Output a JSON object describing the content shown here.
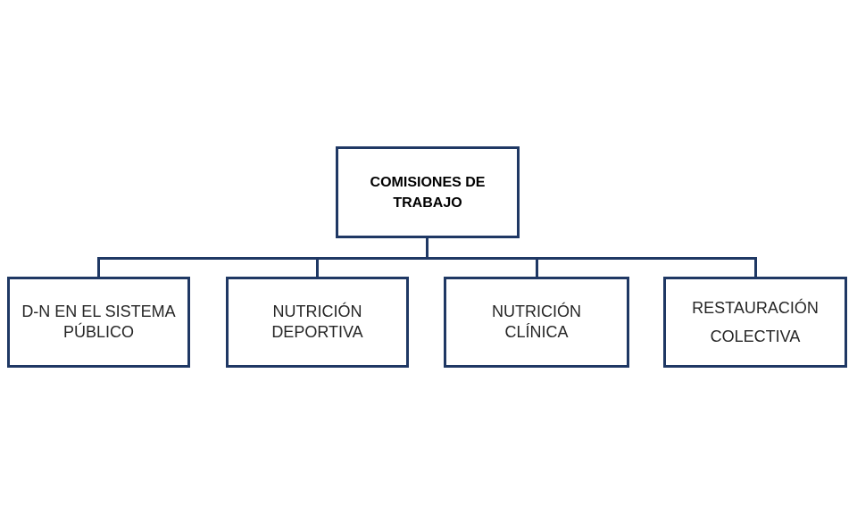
{
  "diagram": {
    "type": "org-chart",
    "colors": {
      "border": "#1f3864",
      "title_text": "#000000",
      "child_text": "#262626",
      "background": "#ffffff"
    },
    "root": {
      "line1": "COMISIONES DE",
      "line2": "TRABAJO"
    },
    "children": [
      {
        "line1": "D-N EN EL SISTEMA",
        "line2": "PÚBLICO"
      },
      {
        "line1": "NUTRICIÓN",
        "line2": "DEPORTIVA"
      },
      {
        "line1": "NUTRICIÓN",
        "line2": "CLÍNICA"
      },
      {
        "line1": "RESTAURACIÓN",
        "line2": "COLECTIVA"
      }
    ]
  }
}
